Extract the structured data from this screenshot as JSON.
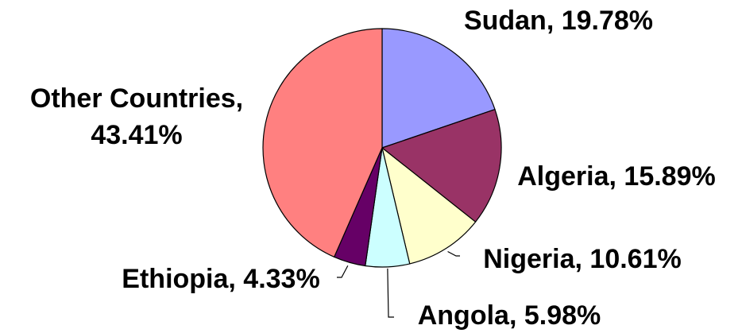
{
  "chart_data": {
    "type": "pie",
    "title": "",
    "slices": [
      {
        "label": "Sudan",
        "value": 19.78,
        "display": "Sudan, 19.78%",
        "color": "#9999FF"
      },
      {
        "label": "Algeria",
        "value": 15.89,
        "display": "Algeria, 15.89%",
        "color": "#993366"
      },
      {
        "label": "Nigeria",
        "value": 10.61,
        "display": "Nigeria, 10.61%",
        "color": "#FFFFCC"
      },
      {
        "label": "Angola",
        "value": 5.98,
        "display": "Angola, 5.98%",
        "color": "#CCFFFF"
      },
      {
        "label": "Ethiopia",
        "value": 4.33,
        "display": "Ethiopia, 4.33%",
        "color": "#660066"
      },
      {
        "label": "Other Countries",
        "value": 43.41,
        "display_lines": [
          "Other Countries,",
          "43.41%"
        ],
        "color": "#FF8080"
      }
    ],
    "legend": "none",
    "start_angle_deg": 0,
    "direction": "clockwise"
  }
}
